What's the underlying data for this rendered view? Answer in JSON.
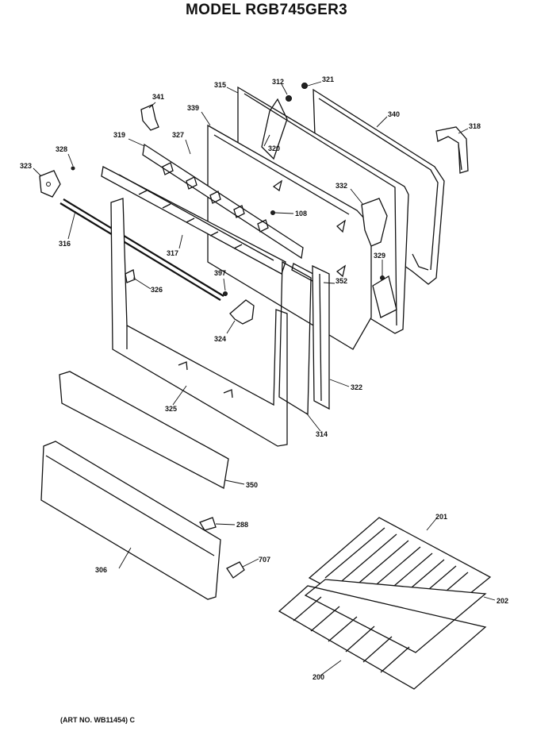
{
  "title": "MODEL RGB745GER3",
  "art_number": "(ART NO. WB11454) C",
  "callouts": {
    "c315": "315",
    "c312": "312",
    "c321": "321",
    "c341": "341",
    "c339": "339",
    "c340": "340",
    "c318": "318",
    "c320": "320",
    "c319": "319",
    "c327": "327",
    "c328": "328",
    "c323": "323",
    "c332": "332",
    "c108": "108",
    "c316": "316",
    "c317": "317",
    "c329": "329",
    "c397": "397",
    "c326": "326",
    "c352": "352",
    "c324": "324",
    "c322": "322",
    "c325": "325",
    "c314": "314",
    "c350": "350",
    "c288": "288",
    "c306": "306",
    "c707": "707",
    "c201": "201",
    "c202": "202",
    "c200": "200"
  }
}
